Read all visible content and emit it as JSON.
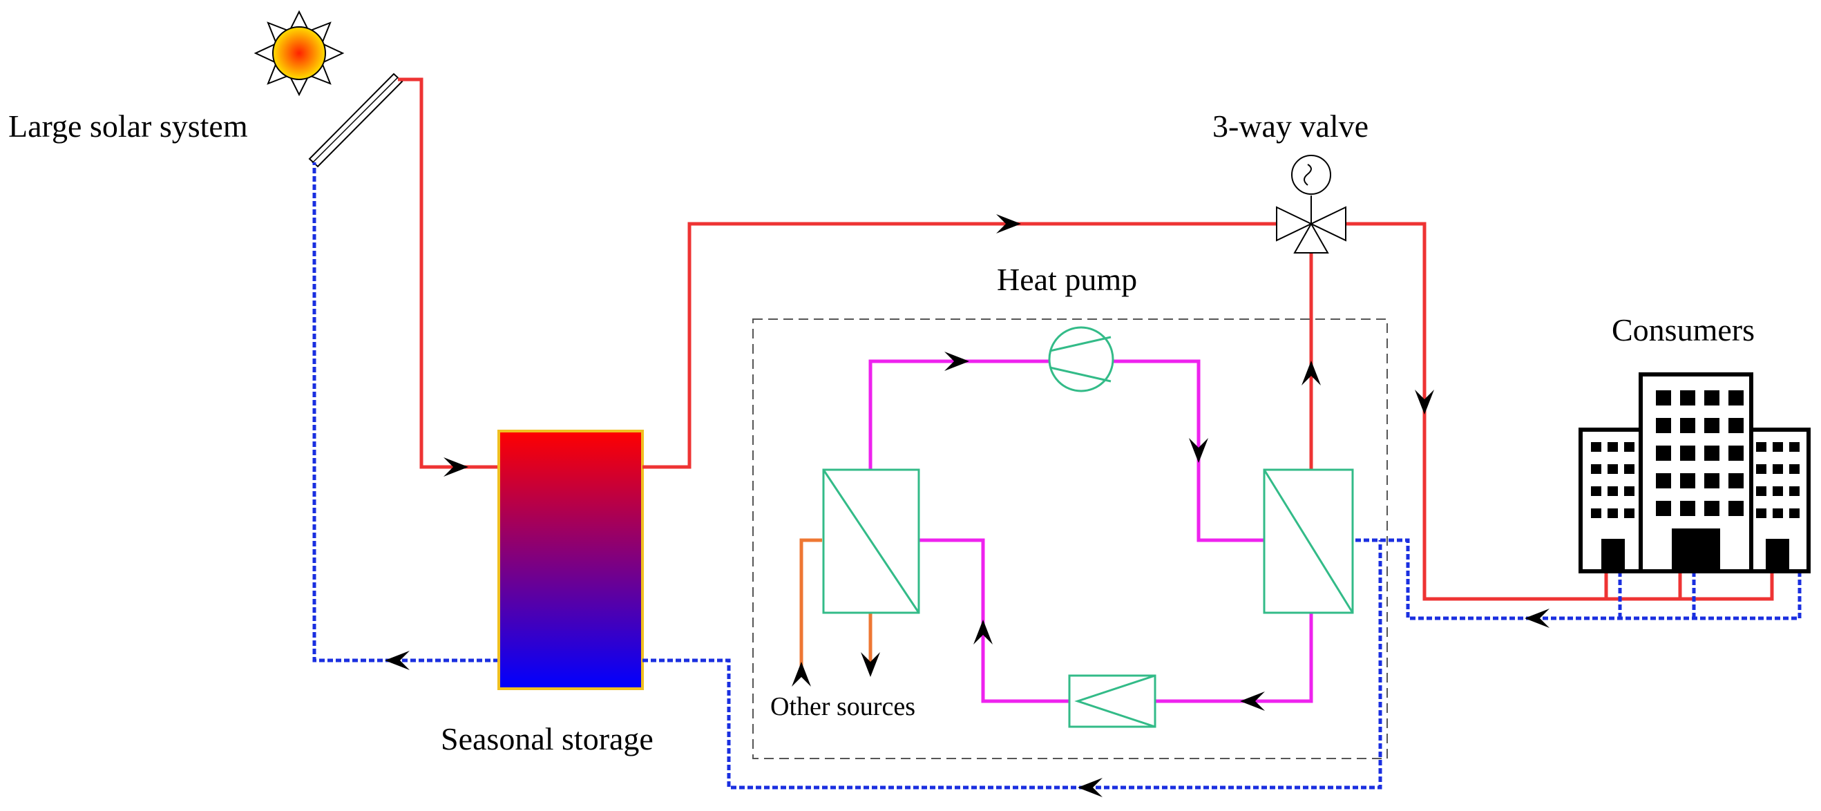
{
  "labels": {
    "solar": "Large solar system",
    "valve": "3-way valve",
    "heat_pump": "Heat pump",
    "consumers": "Consumers",
    "storage": "Seasonal storage",
    "other_sources": "Other sources"
  },
  "colors": {
    "hot_line": "#ee3333",
    "cold_line": "#1a2fe0",
    "refrigerant_line": "#ee22ee",
    "source_line": "#ee7733",
    "component": "#33bb88",
    "storage_top": "#ff0000",
    "storage_bottom": "#0000ff",
    "storage_border": "#f0c020",
    "sun_center": "#ff2200",
    "sun_edge": "#ffdd00"
  },
  "icons": [
    "sun-icon",
    "solar-collector-icon",
    "valve-icon",
    "compressor-icon",
    "expansion-valve-icon",
    "building-icon",
    "heat-exchanger-icon"
  ]
}
